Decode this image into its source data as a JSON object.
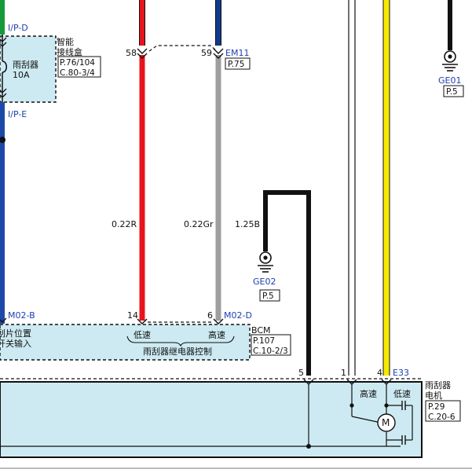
{
  "connectors": {
    "ip_d": "I/P-D",
    "ip_e": "I/P-E",
    "em11": "EM11",
    "m02b": "M02-B",
    "m02d": "M02-D",
    "e33": "E33"
  },
  "fuse": {
    "label_line1": "雨刮器",
    "label_line2": "10A"
  },
  "junction_box": {
    "name_line1": "智能",
    "name_line2": "接线盒",
    "ref_line1": "P.76/104",
    "ref_line2": "C.80-3/4"
  },
  "em11_ref": "P.75",
  "grounds": {
    "ge01": {
      "label": "GE01",
      "ref": "P.5"
    },
    "ge02": {
      "label": "GE02",
      "ref": "P.5"
    }
  },
  "pins": {
    "p58": "58",
    "p59": "59",
    "p14": "14",
    "p6": "6",
    "p5": "5",
    "p1": "1",
    "p4": "4"
  },
  "wires": {
    "red": "0.22R",
    "gray": "0.22Gr",
    "black": "1.25B"
  },
  "bcm": {
    "name": "BCM",
    "ref_line1": "P.107",
    "ref_line2": "C.10-2/3",
    "left_text_line1": "刮片位置",
    "left_text_line2": "开关输入",
    "low_speed": "低速",
    "high_speed": "高速",
    "relay_control": "雨刮器继电器控制"
  },
  "motor": {
    "name_line1": "雨刮器",
    "name_line2": "电机",
    "ref_line1": "P.29",
    "ref_line2": "C.20-6",
    "high_speed": "高速",
    "low_speed": "低速",
    "symbol": "M"
  },
  "colors": {
    "red_wire": "#e8141c",
    "gray_wire": "#9e9e9e",
    "blue_wire": "#1d4aa8",
    "navy_wire": "#123a8c",
    "green_wire": "#159a3a",
    "yellow_wire": "#f5ea00",
    "box_fill": "#cdeaf2",
    "label_blue": "#1f3fae"
  }
}
